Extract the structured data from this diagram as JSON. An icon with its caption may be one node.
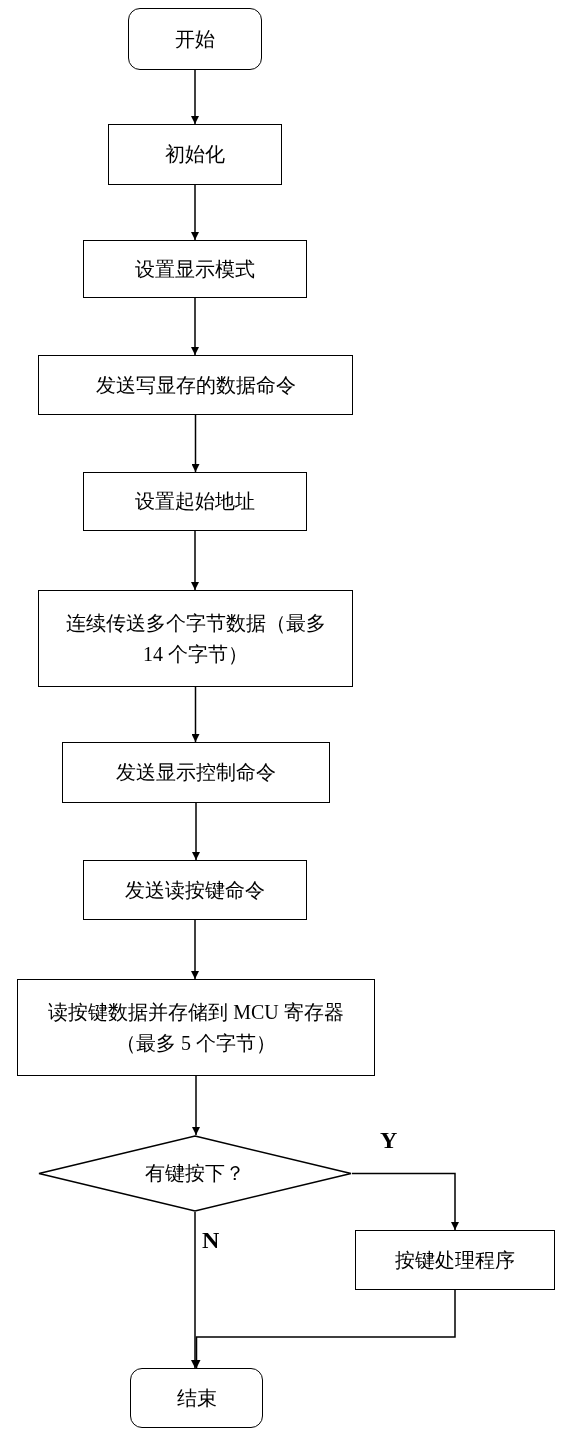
{
  "diagram": {
    "nodes": [
      {
        "text": [
          "开始"
        ]
      },
      {
        "text": [
          "初始化"
        ]
      },
      {
        "text": [
          "设置显示模式"
        ]
      },
      {
        "text": [
          "发送写显存的数据命令"
        ]
      },
      {
        "text": [
          "设置起始地址"
        ]
      },
      {
        "text": [
          "连续传送多个字节数据（最多 14 个字节）"
        ]
      },
      {
        "text": [
          "发送显示控制命令"
        ]
      },
      {
        "text": [
          "发送读按键命令"
        ]
      },
      {
        "text": [
          "读按键数据并存储到 MCU 寄存器（最多 5 个字节）"
        ]
      },
      {
        "text": [
          "有键按下？"
        ]
      },
      {
        "text": [
          "按键处理程序"
        ]
      },
      {
        "text": [
          "结束"
        ]
      }
    ],
    "edges": [
      {
        "from": 0,
        "to": 1,
        "arrow": "to"
      },
      {
        "from": 1,
        "to": 2,
        "arrow": "to"
      },
      {
        "from": 2,
        "to": 3,
        "arrow": "to"
      },
      {
        "from": 3,
        "to": 4,
        "arrow": "to"
      },
      {
        "from": 4,
        "to": 5,
        "arrow": "to"
      },
      {
        "from": 5,
        "to": 6,
        "arrow": "to"
      },
      {
        "from": 6,
        "to": 7,
        "arrow": "to"
      },
      {
        "from": 7,
        "to": 8,
        "arrow": "to"
      },
      {
        "from": 8,
        "to": 9,
        "arrow": "to"
      },
      {
        "from": 9,
        "to": 10,
        "label": "Y",
        "arrow": "to"
      },
      {
        "from": 9,
        "to": 11,
        "label": "N",
        "arrow": "to"
      },
      {
        "from": 10,
        "to": 11,
        "arrow": "to"
      }
    ]
  }
}
